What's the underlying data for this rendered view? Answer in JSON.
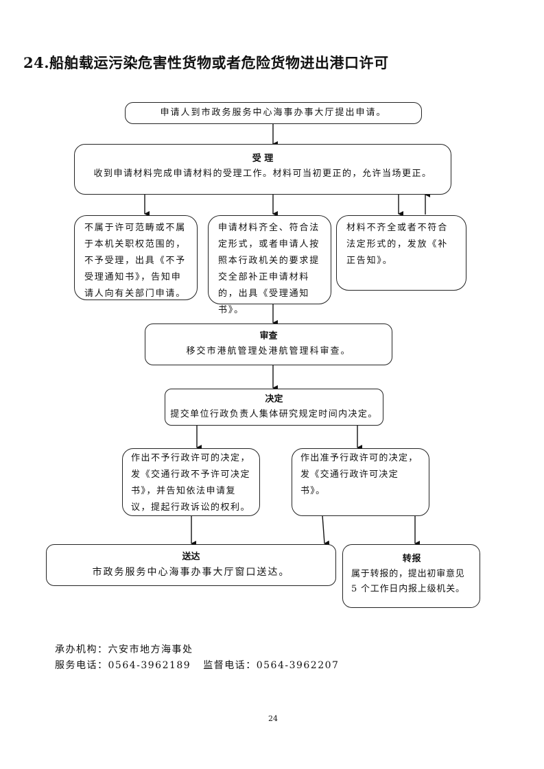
{
  "title": "24.船舶载运污染危害性货物或者危险货物进出港口许可",
  "flow": {
    "apply": {
      "text": "申请人到市政务服务中心海事办事大厅提出申请。"
    },
    "accept": {
      "heading": "受 理",
      "text": "收到申请材料完成申请材料的受理工作。材料可当初更正的，允许当场更正。"
    },
    "reject": {
      "text": "不属于许可范畴或不属于本机关职权范围的，不予受理，出具《不予受理通知书》，告知申请人向有关部门申请。"
    },
    "accepted": {
      "text": "申请材料齐全、符合法定形式，或者申请人按照本行政机关的要求提交全部补正申请材料的，出具《受理通知书》。"
    },
    "supplement": {
      "text": "材料不齐全或者不符合法定形式的，发放《补正告知》。"
    },
    "review": {
      "heading": "审查",
      "text": "移交市港航管理处港航管理科审查。"
    },
    "decision": {
      "heading": "决定",
      "text": "提交单位行政负责人集体研究规定时间内决定。"
    },
    "deny": {
      "text": "作出不予行政许可的决定，发《交通行政不予许可决定书》，并告知依法申请复议，提起行政诉讼的权利。"
    },
    "grant": {
      "text": "作出准予行政许可的决定，发《交通行政许可决定书》。"
    },
    "deliver": {
      "heading": "送达",
      "text": "市政务服务中心海事办事大厅窗口送达。"
    },
    "escalate": {
      "heading": "转报",
      "text": "属于转报的，提出初审意见 5 个工作日内报上级机关。"
    }
  },
  "footer": {
    "agency_label": "承办机构：",
    "agency": "六安市地方海事处",
    "service_phone_label": "服务电话：",
    "service_phone": "0564-3962189",
    "supervise_phone_label": "监督电话：",
    "supervise_phone": "0564-3962207"
  },
  "page_number": "24"
}
